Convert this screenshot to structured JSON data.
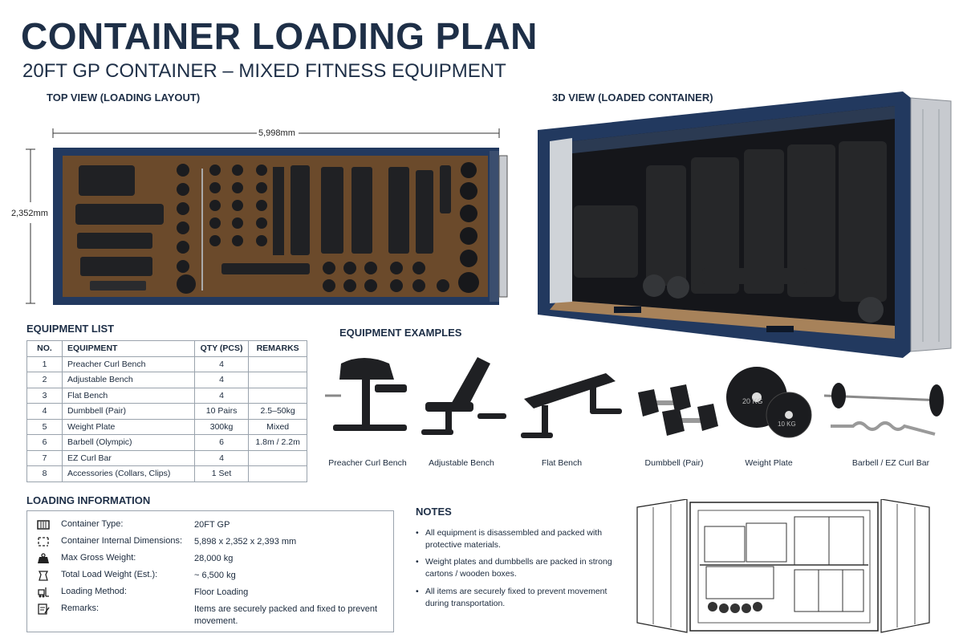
{
  "title": "CONTAINER LOADING PLAN",
  "subtitle": "20FT GP CONTAINER – MIXED FITNESS EQUIPMENT",
  "top_view": {
    "heading": "TOP VIEW (LOADING LAYOUT)",
    "length_label": "5,998mm",
    "width_label": "2,352mm"
  },
  "view_3d": {
    "heading": "3D VIEW (LOADED CONTAINER)"
  },
  "equipment_list": {
    "heading": "EQUIPMENT LIST",
    "columns": [
      "NO.",
      "EQUIPMENT",
      "QTY (PCS)",
      "REMARKS"
    ],
    "rows": [
      [
        "1",
        "Preacher Curl Bench",
        "4",
        ""
      ],
      [
        "2",
        "Adjustable Bench",
        "4",
        ""
      ],
      [
        "3",
        "Flat Bench",
        "4",
        ""
      ],
      [
        "4",
        "Dumbbell (Pair)",
        "10 Pairs",
        "2.5–50kg"
      ],
      [
        "5",
        "Weight Plate",
        "300kg",
        "Mixed"
      ],
      [
        "6",
        "Barbell (Olympic)",
        "6",
        "1.8m / 2.2m"
      ],
      [
        "7",
        "EZ Curl Bar",
        "4",
        ""
      ],
      [
        "8",
        "Accessories (Collars, Clips)",
        "1 Set",
        ""
      ]
    ]
  },
  "examples": {
    "heading": "EQUIPMENT EXAMPLES",
    "items": [
      "Preacher Curl Bench",
      "Adjustable Bench",
      "Flat Bench",
      "Dumbbell (Pair)",
      "Weight Plate",
      "Barbell / EZ Curl Bar"
    ],
    "plate_mark_large": "20 KG",
    "plate_mark_small": "10 KG"
  },
  "loading_info": {
    "heading": "LOADING INFORMATION",
    "rows": [
      {
        "icon": "container-icon",
        "label": "Container Type:",
        "value": "20FT GP"
      },
      {
        "icon": "dimensions-icon",
        "label": "Container Internal Dimensions:",
        "value": "5,898 x 2,352 x 2,393 mm"
      },
      {
        "icon": "weight-icon",
        "label": "Max Gross Weight:",
        "value": "28,000 kg"
      },
      {
        "icon": "scale-icon",
        "label": "Total Load Weight (Est.):",
        "value": "~ 6,500 kg"
      },
      {
        "icon": "forklift-icon",
        "label": "Loading Method:",
        "value": "Floor Loading"
      },
      {
        "icon": "remarks-icon",
        "label": "Remarks:",
        "value": "Items are securely packed and fixed to prevent movement."
      }
    ]
  },
  "notes": {
    "heading": "NOTES",
    "bullet": "•",
    "items": [
      "All equipment is disassembled and packed with protective materials.",
      "Weight plates and dumbbells are packed in strong cartons / wooden boxes.",
      "All items are securely fixed to prevent movement during transportation."
    ]
  },
  "colors": {
    "navy": "#1e2f47",
    "container": "#22395f",
    "floor": "#6b4a2b",
    "equipment": "#202124"
  }
}
